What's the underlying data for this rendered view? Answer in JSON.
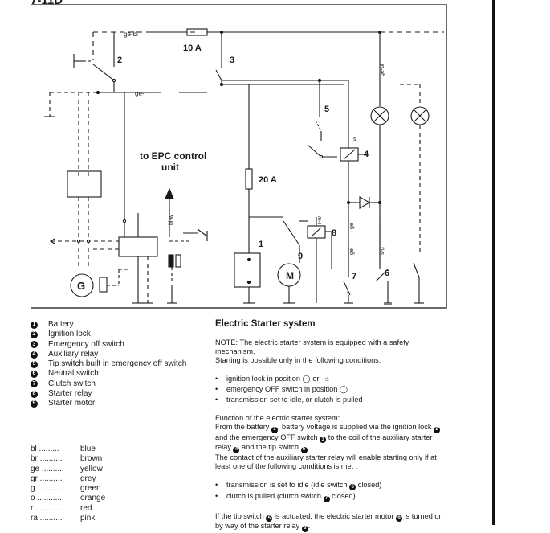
{
  "page_code": "7-11D",
  "diagram": {
    "labels": {
      "ge_bl_top": "ge-bl",
      "fuse_10": "10 A",
      "n2": "2",
      "n3": "3",
      "ge_r": "ge-r",
      "ge_bl_right": "ge-bl",
      "n5": "5",
      "s_wire": "s",
      "n4": "4",
      "epc": "to EPC control",
      "epc2": "unit",
      "fuse_20": "20 A",
      "r_w": "r-w",
      "ge_a": "ge",
      "n8": "8",
      "bl_w": "bl-w",
      "n1": "1",
      "n9": "9",
      "ge_b": "ge",
      "s_g": "s-g",
      "n7": "7",
      "n6": "6",
      "motor": "M",
      "gen": "G",
      "r_small": "r"
    }
  },
  "legend": [
    {
      "num": "1",
      "text": "Battery"
    },
    {
      "num": "2",
      "text": "Ignition lock"
    },
    {
      "num": "3",
      "text": "Emergency off switch"
    },
    {
      "num": "4",
      "text": "Auxiliary relay"
    },
    {
      "num": "5",
      "text": "Tip switch built in emergency off switch"
    },
    {
      "num": "6",
      "text": "Neutral switch"
    },
    {
      "num": "7",
      "text": "Clutch switch"
    },
    {
      "num": "8",
      "text": "Starter relay"
    },
    {
      "num": "9",
      "text": "Starter motor"
    }
  ],
  "colors": [
    {
      "code": "bl .........",
      "name": "blue"
    },
    {
      "code": "br ..........",
      "name": "brown"
    },
    {
      "code": "ge ..........",
      "name": "yellow"
    },
    {
      "code": "gr ..........",
      "name": "grey"
    },
    {
      "code": "g ...........",
      "name": "green"
    },
    {
      "code": "o ...........",
      "name": "orange"
    },
    {
      "code": "r ............",
      "name": "red"
    },
    {
      "code": "ra ..........",
      "name": "pink"
    }
  ],
  "description": {
    "title": "Electric Starter system",
    "note1": "NOTE: The electric starter system is equipped with a safety mechanism.",
    "note2": "Starting is possible only in the following conditions:",
    "cond1": "ignition lock in position ◯ or -☼-",
    "cond2": "emergency OFF switch in position ◯",
    "cond3": "transmission set to idle, or clutch is pulled",
    "func1": "Function of the electric starter system:",
    "func2a": "From the battery ",
    "func2b": ", battery voltage is supplied via the ignition lock ",
    "func3a": "and the emergency OFF switch ",
    "func3b": " to the coil of the auxiliary starter",
    "func4a": "relay ",
    "func4b": " and the tip switch ",
    "func4c": ".",
    "func5": "The contact of the auxiliary starter relay will enable starting only if at",
    "func6": "least one of the following conditions is met :",
    "cond4a": "transmission is set to idle (idle switch ",
    "cond4b": " closed)",
    "cond5a": "clutch is pulled (clutch switch ",
    "cond5b": " closed)",
    "tip1a": "If the tip switch ",
    "tip1b": " is actuated, the electric starter motor ",
    "tip1c": " is turned on",
    "tip2a": "by way of the starter relay ",
    "tip2b": ".",
    "n1": "1",
    "n2": "2",
    "n3": "3",
    "n4": "4",
    "n5": "5",
    "n6": "6",
    "n7": "7",
    "n8": "8",
    "n9": "9"
  }
}
